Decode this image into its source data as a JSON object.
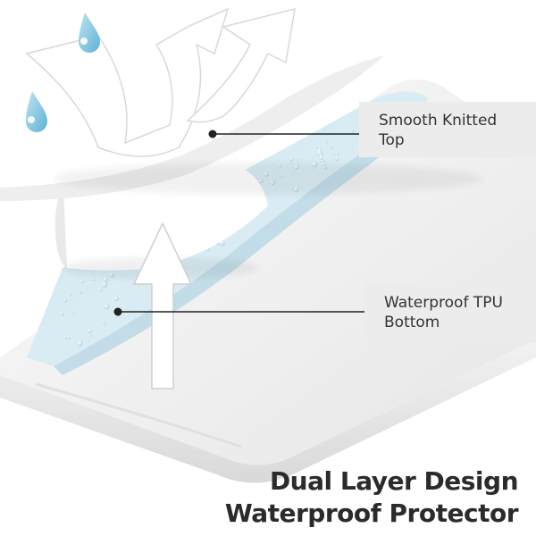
{
  "callouts": {
    "top": {
      "line1": "Smooth Knitted",
      "line2": "Top"
    },
    "bottom": {
      "line1": "Waterproof TPU",
      "line2": "Bottom"
    }
  },
  "headline": {
    "line1": "Dual Layer Design",
    "line2": "Waterproof Protector"
  },
  "colors": {
    "tpu_layer": "#d9ecf3",
    "callout_bg": "#ececec",
    "text": "#2b2b2b"
  },
  "illustration": {
    "subject": "mattress-protector-layers",
    "icons": [
      "water-drop-icon",
      "up-arrow-icon"
    ]
  }
}
